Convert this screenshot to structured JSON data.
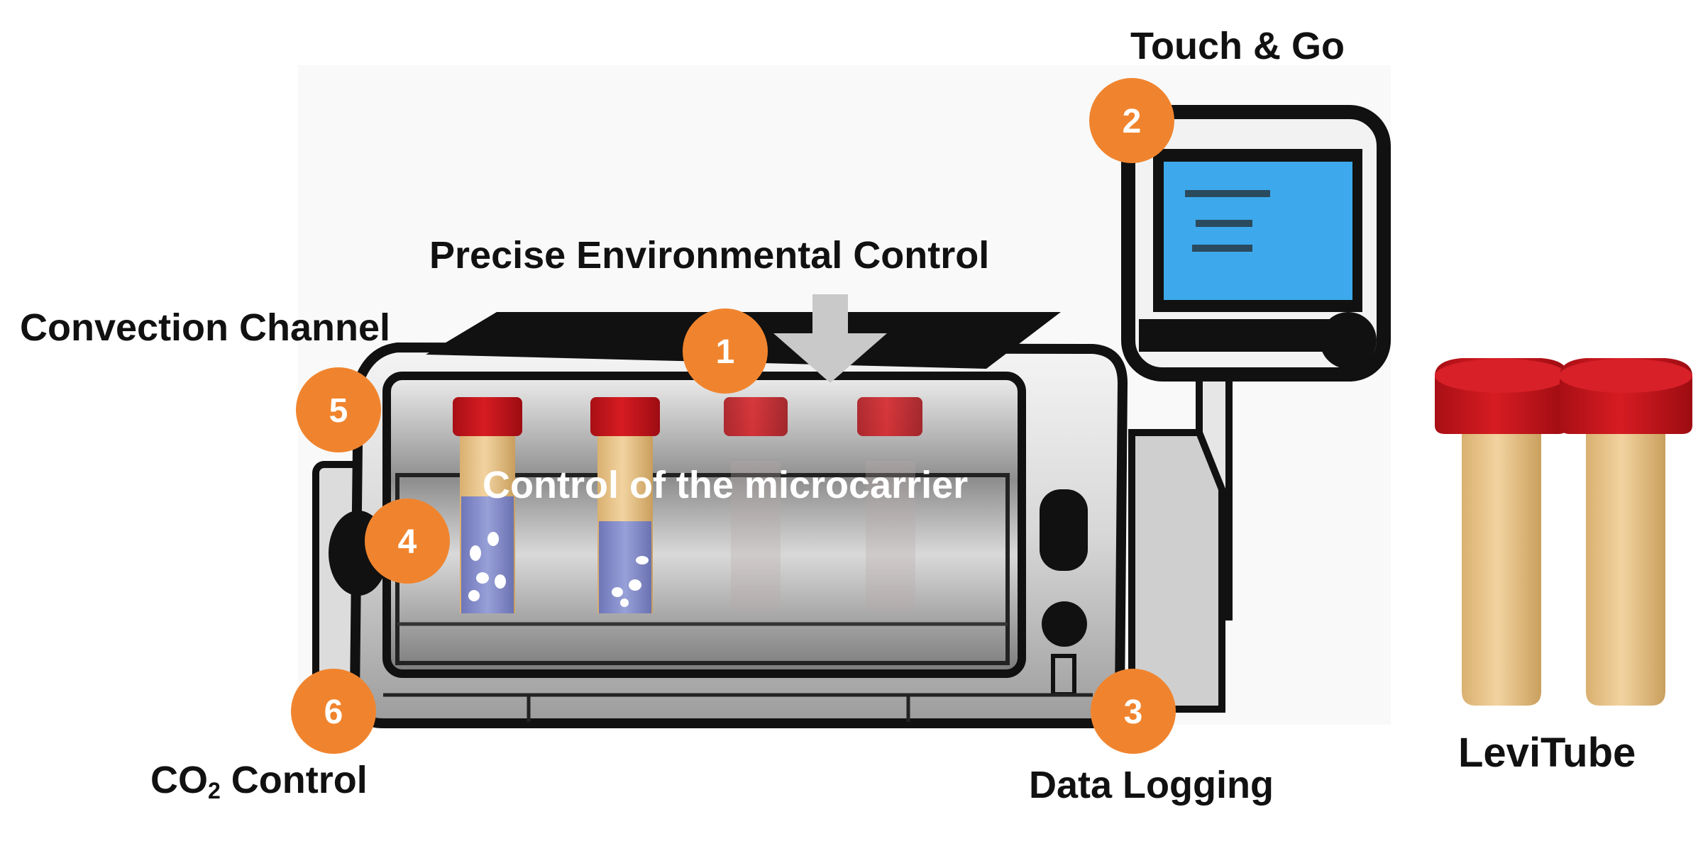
{
  "labels": {
    "touch_go": "Touch & Go",
    "precise_env": "Precise Environmental Control",
    "convection": "Convection Channel",
    "microcarrier": "Control of the microcarrier",
    "co2_prefix": "CO",
    "co2_sub": "2",
    "co2_suffix": " Control",
    "data_logging": "Data Logging",
    "levitube": "LeviTube"
  },
  "badges": [
    "1",
    "2",
    "3",
    "4",
    "5",
    "6"
  ],
  "colors": {
    "badge": "#F0842E",
    "cap": "#C8151C",
    "tube_body": "#E8C48B",
    "liquid": "#7F86C6",
    "screen": "#3DA9EC",
    "outline": "#111111",
    "arrow": "#C9C9C9"
  }
}
